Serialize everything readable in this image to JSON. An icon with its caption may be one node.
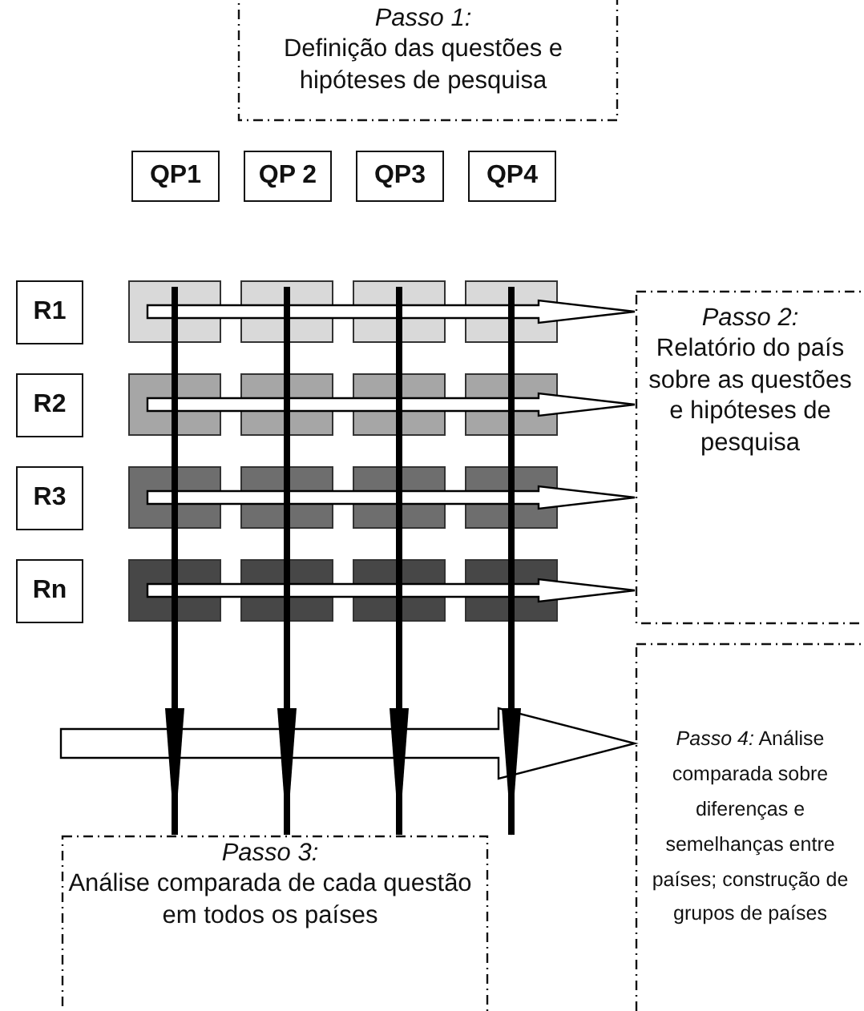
{
  "diagram": {
    "nodes": [
      {
        "text": [
          "Passo 1:",
          "Definição das questões e hipóteses de pesquisa"
        ]
      },
      {
        "text": [
          "QP1"
        ]
      },
      {
        "text": [
          "QP 2"
        ]
      },
      {
        "text": [
          "QP3"
        ]
      },
      {
        "text": [
          "QP4"
        ]
      },
      {
        "text": [
          "R1"
        ]
      },
      {
        "text": [
          "R2"
        ]
      },
      {
        "text": [
          "R3"
        ]
      },
      {
        "text": [
          "Rn"
        ]
      },
      {
        "text": [
          "Passo 2:",
          "Relatório do país sobre as questões e hipóteses de pesquisa"
        ]
      },
      {
        "text": [
          "Passo 3:",
          "Análise comparada de cada questão em todos os países"
        ]
      },
      {
        "text": [
          "*Passo 4:* Análise comparada sobre diferenças e semelhanças entre países; construção de grupos de países"
        ]
      }
    ],
    "edges": [
      {
        "from": null,
        "to": 9,
        "arrow": "to"
      },
      {
        "from": null,
        "to": 9,
        "arrow": "to"
      },
      {
        "from": null,
        "to": 9,
        "arrow": "to"
      },
      {
        "from": null,
        "to": 9,
        "arrow": "to"
      },
      {
        "from": null,
        "to": 10,
        "arrow": "to"
      },
      {
        "from": null,
        "to": 10,
        "arrow": "to"
      },
      {
        "from": null,
        "to": 10,
        "arrow": "to"
      },
      {
        "from": null,
        "to": 10,
        "arrow": "to"
      },
      {
        "from": null,
        "to": 11,
        "arrow": "to"
      }
    ]
  }
}
